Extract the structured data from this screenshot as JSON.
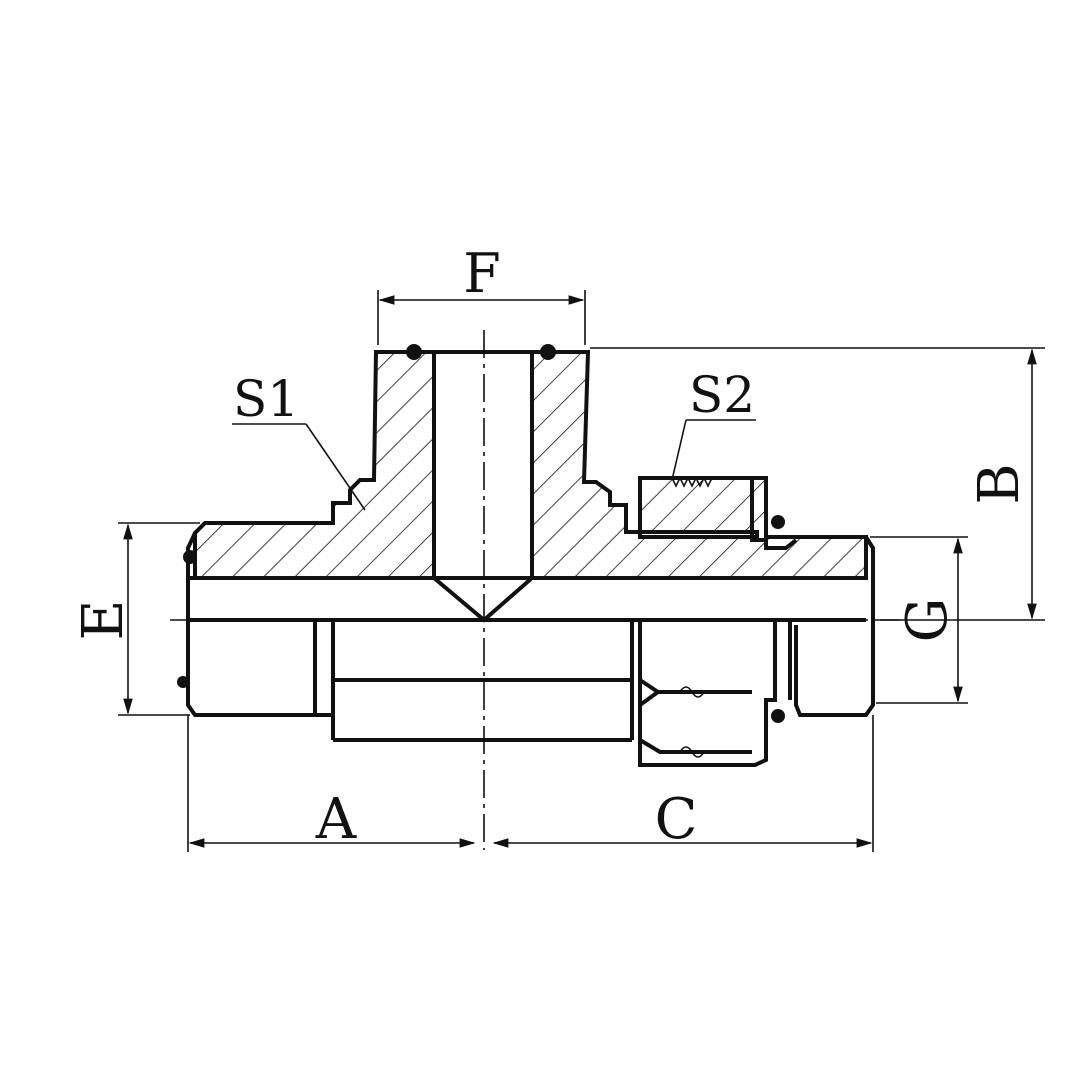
{
  "labels": {
    "F": "F",
    "S1": "S1",
    "S2": "S2",
    "B": "B",
    "E": "E",
    "G": "G",
    "A": "A",
    "C": "C"
  },
  "colors": {
    "line": "#111111",
    "background": "#ffffff"
  }
}
